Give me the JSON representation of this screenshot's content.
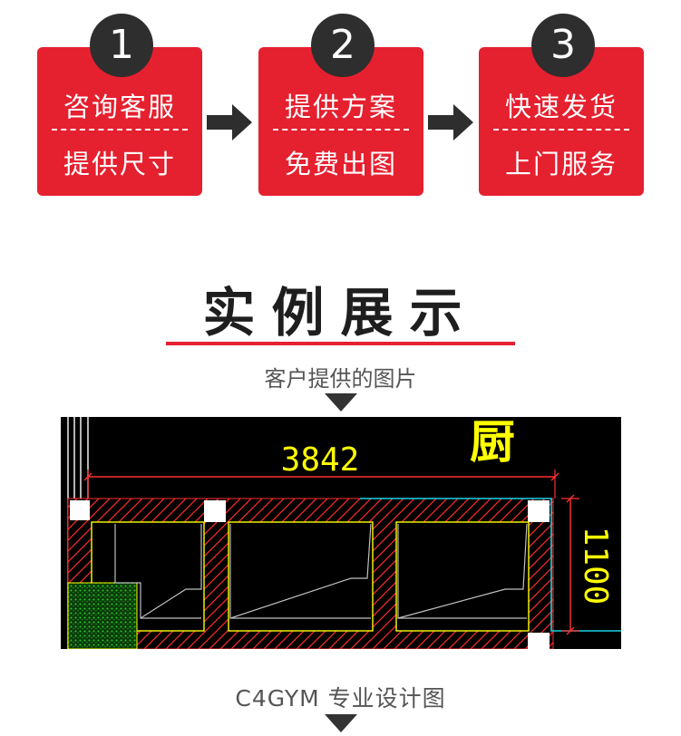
{
  "steps": [
    {
      "number": "1",
      "line1": "咨询客服",
      "line2": "提供尺寸"
    },
    {
      "number": "2",
      "line1": "提供方案",
      "line2": "免费出图"
    },
    {
      "number": "3",
      "line1": "快速发货",
      "line2": "上门服务"
    }
  ],
  "section_title": "实例展示",
  "customer_caption": "客户提供的图片",
  "drawing": {
    "width_label": "3842",
    "height_label": "1100",
    "corner_text": "厨"
  },
  "design_caption": "C4GYM 专业设计图",
  "colors": {
    "accent": "#e5202f",
    "badge": "#2e2e2e",
    "cad_yellow": "#ffff00",
    "cad_red": "#ff2a2a"
  }
}
